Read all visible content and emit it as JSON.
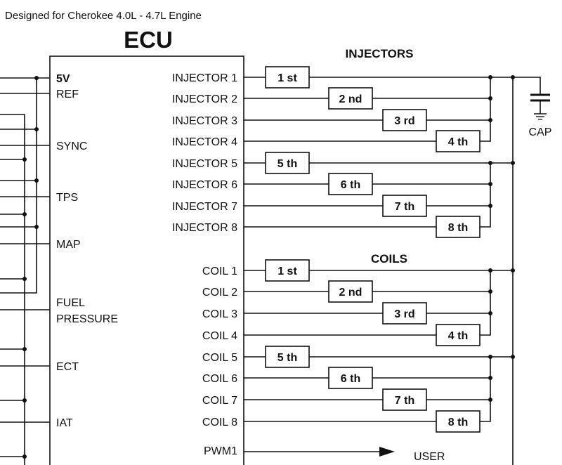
{
  "header": {
    "subtitle": "Designed for Cherokee  4.0L -  4.7L Engine",
    "title": "ECU"
  },
  "ecu_inputs": {
    "v5": "5V",
    "ref": "REF",
    "sync": "SYNC",
    "tps": "TPS",
    "map": "MAP",
    "fuel_pressure_1": "FUEL",
    "fuel_pressure_2": "PRESSURE",
    "ect": "ECT",
    "iat": "IAT"
  },
  "injectors": {
    "heading": "INJECTORS",
    "pins": [
      "INJECTOR 1",
      "INJECTOR 2",
      "INJECTOR 3",
      "INJECTOR 4",
      "INJECTOR 5",
      "INJECTOR 6",
      "INJECTOR 7",
      "INJECTOR 8"
    ],
    "order": [
      "1 st",
      "2 nd",
      "3 rd",
      "4 th",
      "5 th",
      "6 th",
      "7 th",
      "8 th"
    ]
  },
  "coils": {
    "heading": "COILS",
    "pins": [
      "COIL 1",
      "COIL 2",
      "COIL 3",
      "COIL 4",
      "COIL 5",
      "COIL 6",
      "COIL 7",
      "COIL 8"
    ],
    "order": [
      "1 st",
      "2 nd",
      "3 rd",
      "4 th",
      "5 th",
      "6 th",
      "7 th",
      "8 th"
    ]
  },
  "pwm": {
    "pin": "PWM1",
    "target": "USER"
  },
  "cap": {
    "label": "CAP"
  }
}
